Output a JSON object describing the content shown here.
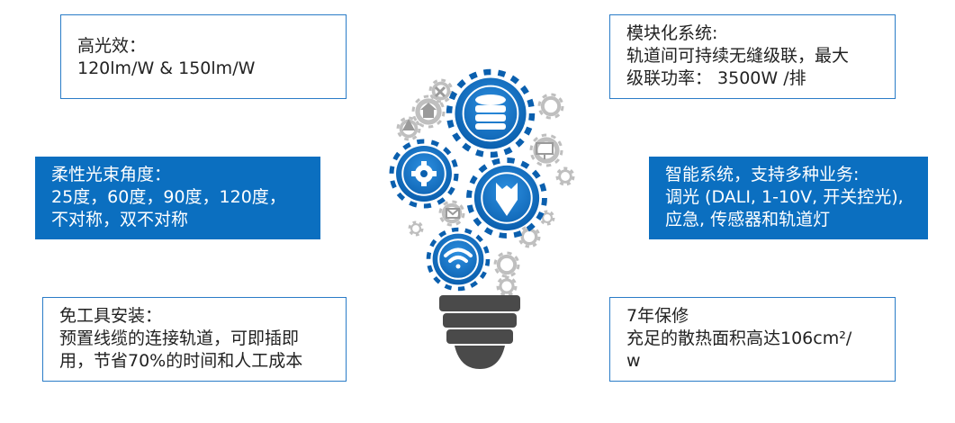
{
  "callouts": {
    "top_left": {
      "line1": "高光效：",
      "line2": "120lm/W & 150lm/W"
    },
    "top_right": {
      "line1": "模块化系统:",
      "line2": "轨道间可持续无缝级联，最大",
      "line3": "级联功率： 3500W /排"
    },
    "mid_left": {
      "line1": "柔性光束角度：",
      "line2": "25度，60度，90度，120度，",
      "line3": "不对称，双不对称"
    },
    "mid_right": {
      "line1": "智能系统，支持多种业务:",
      "line2": "调光 (DALI, 1-10V, 开关控光),",
      "line3": "应急, 传感器和轨道灯"
    },
    "bottom_left": {
      "line1": "免工具安装：",
      "line2": "预置线缆的连接轨道，可即插即",
      "line3": "用，节省70%的时间和人工成本"
    },
    "bottom_right": {
      "line1": "7年保修",
      "line2": "充足的散热面积高达106cm²/",
      "line3": "w"
    }
  },
  "colors": {
    "blue": "#0b6fc0",
    "outline": "#2a7cc7",
    "gear_gray": "#bfbfbf",
    "base_dark": "#4a4a4a"
  },
  "icons": [
    "database-icon",
    "gear-icon",
    "shield-icon",
    "wifi-icon",
    "home-icon",
    "warning-icon",
    "wrench-icon",
    "presentation-icon",
    "mail-icon"
  ]
}
